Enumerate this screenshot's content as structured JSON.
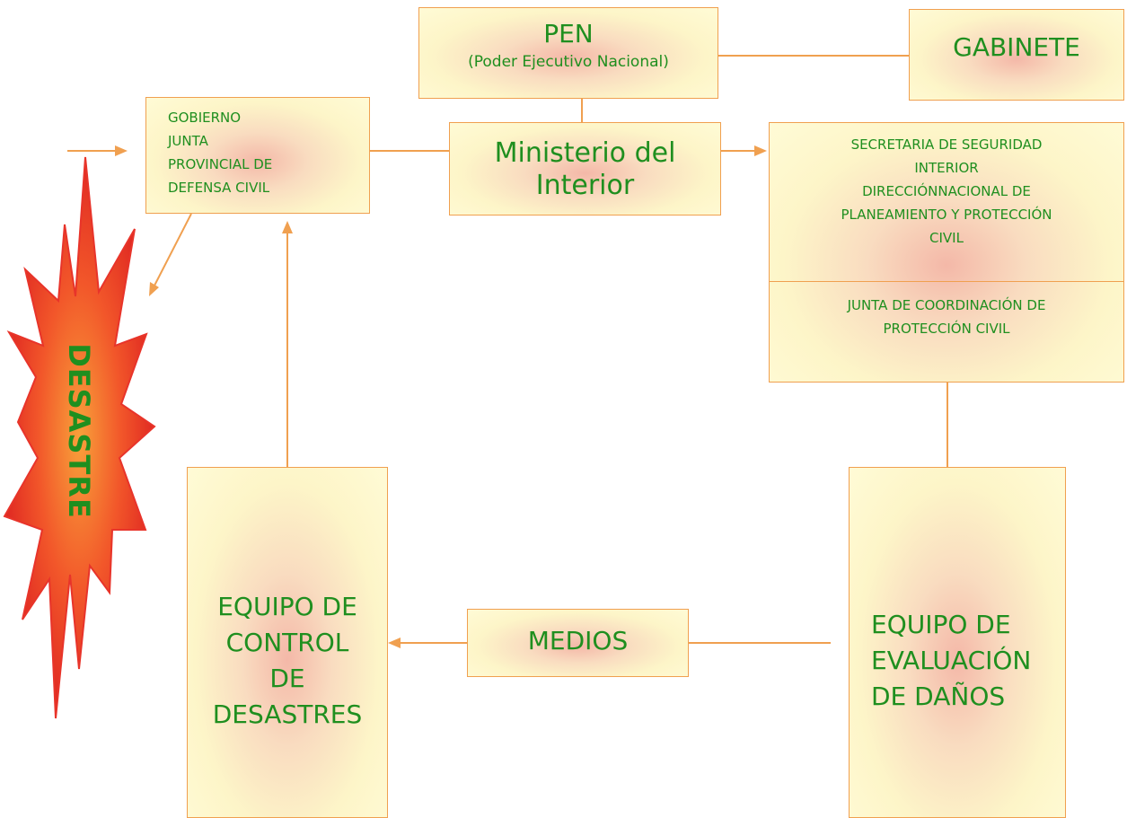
{
  "colors": {
    "box_border": "#f0a050",
    "box_fill": "#fffbd6",
    "box_glow": "#f4b8a8",
    "text": "#1f8f1f",
    "arrow": "#f0a050",
    "burst_outer": "#e8342a",
    "burst_inner": "#f46a2c"
  },
  "nodes": {
    "pen": {
      "title": "PEN",
      "subtitle": "(Poder Ejecutivo Nacional)"
    },
    "gabinete": {
      "title": "GABINETE"
    },
    "gobierno": {
      "line1": "GOBIERNO",
      "line2": "JUNTA",
      "line3": "PROVINCIAL DE",
      "line4": "DEFENSA CIVIL"
    },
    "ministerio": {
      "line1": "Ministerio del",
      "line2": "Interior"
    },
    "secretaria": {
      "line1": "SECRETARIA DE SEGURIDAD",
      "line2": "INTERIOR",
      "line3": "DIRECCIÓNNACIONAL DE",
      "line4": "PLANEAMIENTO Y PROTECCIÓN",
      "line5": "CIVIL"
    },
    "junta_coordinacion": {
      "line1": "JUNTA DE COORDINACIÓN DE",
      "line2": "PROTECCIÓN CIVIL"
    },
    "equipo_control": {
      "line1": "EQUIPO DE",
      "line2": "CONTROL",
      "line3": "DE",
      "line4": "DESASTRES"
    },
    "medios": {
      "title": "MEDIOS"
    },
    "equipo_evaluacion": {
      "line1": "EQUIPO DE",
      "line2": "EVALUACIÓN",
      "line3": "DE DAÑOS"
    },
    "desastre": {
      "label": "DESASTRE"
    }
  }
}
